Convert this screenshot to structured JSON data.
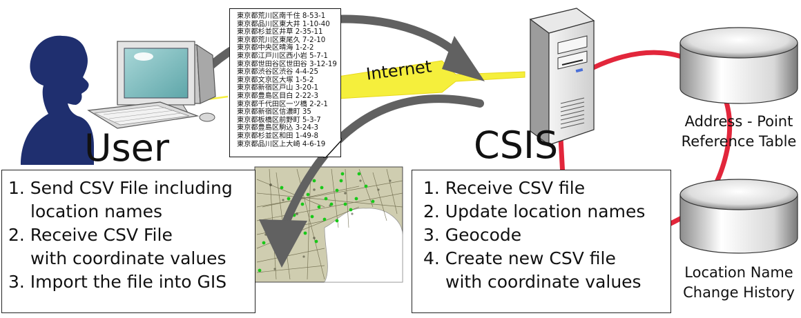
{
  "user": {
    "label": "User"
  },
  "csis": {
    "label": "CSIS"
  },
  "network": {
    "label": "Internet"
  },
  "databases": [
    {
      "line1": "Address - Point",
      "line2": "Reference Table"
    },
    {
      "line1": "Location Name",
      "line2": "Change History"
    }
  ],
  "user_steps": [
    "1. Send CSV File including",
    "location names",
    "2. Receive CSV File",
    "with coordinate values",
    "3. Import the file into GIS"
  ],
  "csis_steps": [
    "1. Receive CSV file",
    "2. Update location names",
    "3. Geocode",
    "4. Create new CSV file",
    "with coordinate values"
  ],
  "csv_document": {
    "lines": [
      "東京都荒川区南千住 8-53-1",
      "東京都品川区東大井 1-10-40",
      "東京都杉並区井草 2-35-11",
      "東京都荒川区東尾久 7-2-10",
      "東京都中央区晴海 1-2-2",
      "東京都江戸川区西小岩 5-7-1",
      "東京都世田谷区世田谷 3-12-19",
      "東京都渋谷区渋谷 4-4-25",
      "東京都文京区大塚 1-5-2",
      "東京都新宿区戸山 3-20-1",
      "東京都豊島区目白 2-22-3",
      "東京都千代田区一ツ橋 2-2-1",
      "東京都新宿区信濃町 35",
      "東京都板橋区前野町 5-3-7",
      "東京都豊島区駒込 3-24-3",
      "東京都杉並区和田 1-49-8",
      "東京都品川区上大崎 4-6-19"
    ]
  },
  "colors": {
    "connection_red": "#e2263b",
    "internet_yellow": "#f5ef3c",
    "arrow_gray": "#616161",
    "monitor_screen": "#7fbdc0",
    "silhouette": "#1f2f6f",
    "map_background": "#c8c6a0"
  }
}
